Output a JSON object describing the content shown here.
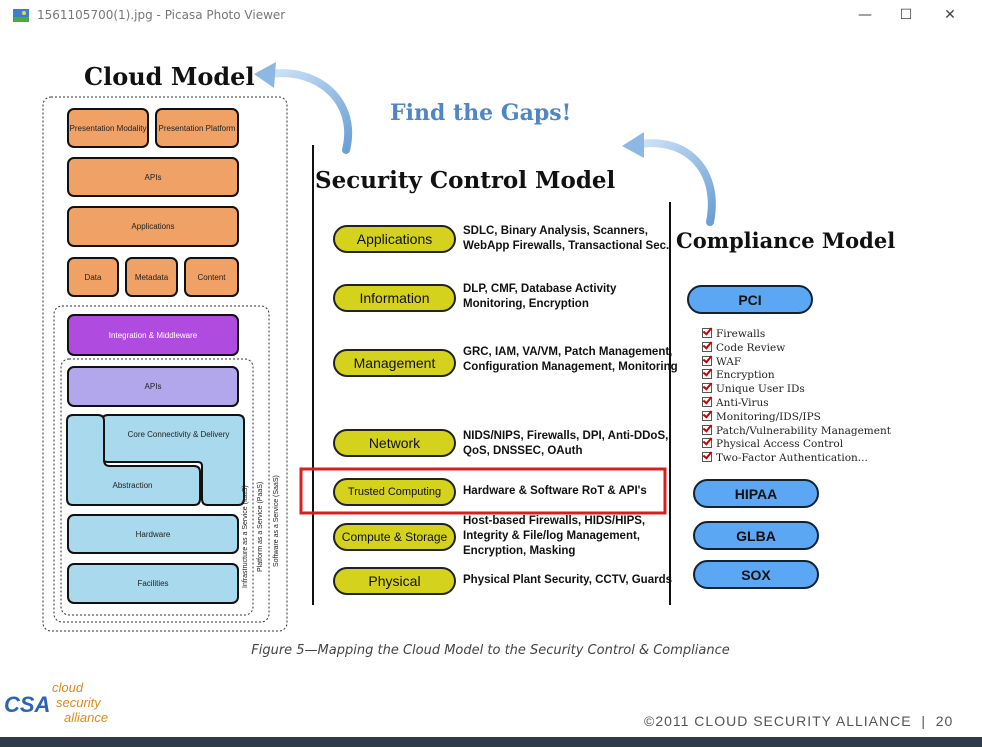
{
  "window": {
    "title": "1561105700(1).jpg - Picasa Photo Viewer",
    "minimize_glyph": "—",
    "maximize_glyph": "☐",
    "close_glyph": "✕"
  },
  "slide": {
    "cloud_model_title": "Cloud Model",
    "find_gaps": "Find the Gaps!",
    "security_title": "Security Control Model",
    "compliance_title": "Compliance Model",
    "cloud_boxes": {
      "presentation_modality": "Presentation Modality",
      "presentation_platform": "Presentation Platform",
      "apis_top": "APIs",
      "applications": "Applications",
      "data": "Data",
      "metadata": "Metadata",
      "content": "Content",
      "integration": "Integration & Middleware",
      "apis_mid": "APIs",
      "core": "Core Connectivity & Delivery",
      "abstraction": "Abstraction",
      "hardware": "Hardware",
      "facilities": "Facilities"
    },
    "service_labels": {
      "iaas": "Infrastructure as a Service (IaaS)",
      "paas": "Platform as a Service (PaaS)",
      "saas": "Software as a Service (SaaS)"
    },
    "security_rows": [
      {
        "label": "Applications",
        "desc": [
          "SDLC, Binary Analysis, Scanners,",
          "WebApp Firewalls, Transactional Sec."
        ]
      },
      {
        "label": "Information",
        "desc": [
          "DLP, CMF, Database Activity",
          "Monitoring, Encryption"
        ]
      },
      {
        "label": "Management",
        "desc": [
          "GRC, IAM, VA/VM, Patch Management,",
          "Configuration Management, Monitoring"
        ]
      },
      {
        "label": "Network",
        "desc": [
          "NIDS/NIPS, Firewalls, DPI, Anti-DDoS,",
          "QoS, DNSSEC, OAuth"
        ]
      },
      {
        "label": "Trusted Computing",
        "desc": [
          "Hardware & Software RoT & API's"
        ]
      },
      {
        "label": "Compute & Storage",
        "desc": [
          "Host-based Firewalls, HIDS/HIPS,",
          "Integrity & File/log Management,",
          "Encryption, Masking"
        ]
      },
      {
        "label": "Physical",
        "desc": [
          "Physical Plant Security, CCTV, Guards"
        ]
      }
    ],
    "compliance": {
      "pci": "PCI",
      "pci_items": [
        "Firewalls",
        "Code Review",
        "WAF",
        "Encryption",
        "Unique User IDs",
        "Anti-Virus",
        "Monitoring/IDS/IPS",
        "Patch/Vulnerability Management",
        "Physical Access Control",
        "Two-Factor Authentication..."
      ],
      "hipaa": "HIPAA",
      "glba": "GLBA",
      "sox": "SOX"
    },
    "caption": "Figure 5—Mapping the Cloud Model to the Security Control & Compliance",
    "logo": [
      "cloud",
      "security",
      "alliance"
    ],
    "logo_mark": "CSA",
    "footer": "©2011 CLOUD SECURITY ALLIANCE  |  20"
  },
  "colors": {
    "orange": "#f0a266",
    "purple": "#b04be0",
    "lavender": "#b2a6ec",
    "light_blue": "#a9d9ec",
    "security_pill": "#d4d21c",
    "compliance_pill": "#5ba7f3",
    "highlight": "#d81e1e",
    "find_gaps": "#4f86c6"
  }
}
